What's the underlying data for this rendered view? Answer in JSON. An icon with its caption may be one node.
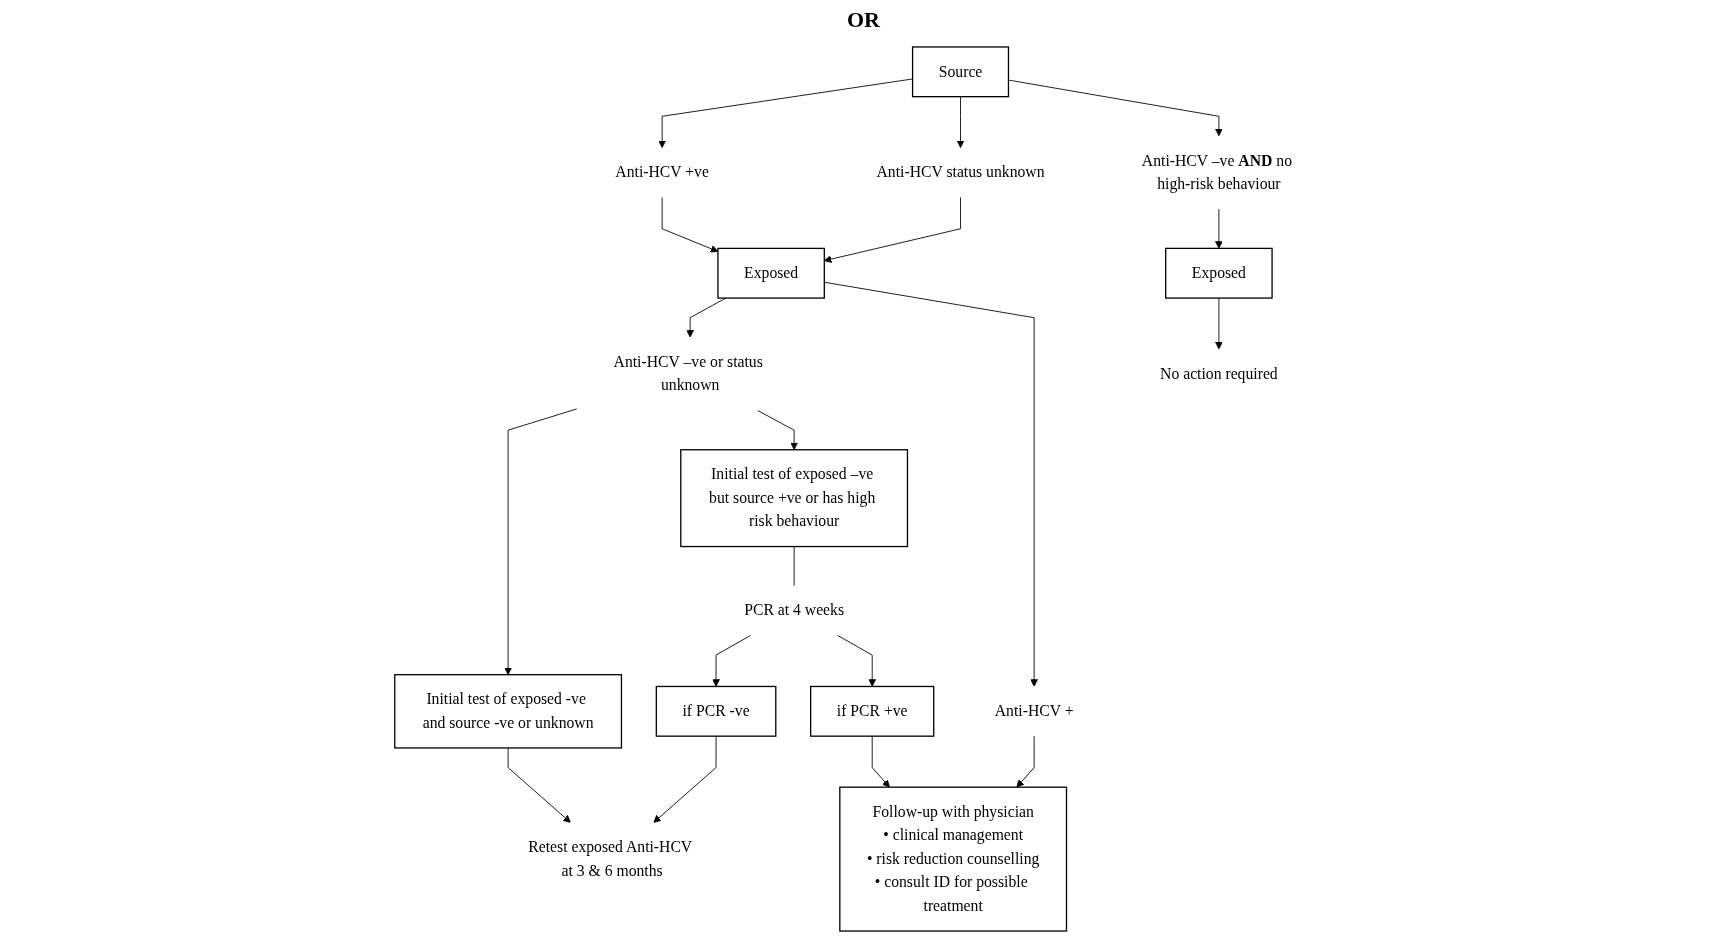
{
  "diagram": {
    "nodes": [
      {
        "text": [
          "Source"
        ]
      },
      {
        "text": [
          "Anti-HCV +ve"
        ]
      },
      {
        "text": [
          "Anti-HCV status unknown"
        ]
      },
      {
        "text": [
          "Anti-HCV –ve **AND** no high-risk behaviour"
        ]
      },
      {
        "text": [
          "Exposed"
        ]
      },
      {
        "text": [
          "Exposed"
        ]
      },
      {
        "text": [
          "No action required"
        ]
      },
      {
        "text": [
          "Anti-HCV –ve or status unknown"
        ]
      },
      {
        "text": [
          "Anti-HCV +"
        ]
      },
      {
        "text": [
          "Initial test of exposed -ve and source -ve or unknown"
        ]
      },
      {
        "text": [
          "Initial test of exposed –ve but source +ve or has high risk behaviour"
        ]
      },
      {
        "text": [
          "PCR at 4 weeks"
        ]
      },
      {
        "text": [
          "Follow-up with physician",
          "• clinical management",
          "• risk reduction counselling",
          "• consult ID for possible treatment"
        ]
      },
      {
        "text": [
          "if PCR -ve"
        ]
      },
      {
        "text": [
          "if PCR +ve"
        ]
      },
      {
        "text": [
          "Retest exposed Anti-HCV at 3 & 6 months"
        ]
      }
    ],
    "edges": [
      {
        "from": 0,
        "to": 1,
        "arrow": "to"
      },
      {
        "from": 0,
        "to": 2,
        "arrow": "to"
      },
      {
        "from": 0,
        "to": 3,
        "arrow": "to"
      },
      {
        "from": 1,
        "to": 4,
        "arrow": "to"
      },
      {
        "from": 2,
        "to": 4,
        "arrow": "to"
      },
      {
        "from": 3,
        "to": 5,
        "arrow": "to"
      },
      {
        "from": 5,
        "to": 6,
        "arrow": "to"
      },
      {
        "from": 4,
        "to": 7,
        "arrow": "to"
      },
      {
        "from": 4,
        "to": 8,
        "arrow": "to"
      },
      {
        "from": 7,
        "to": 9,
        "arrow": "to"
      },
      {
        "from": 7,
        "to": 10,
        "arrow": "to"
      },
      {
        "from": 8,
        "to": 12,
        "arrow": "to"
      },
      {
        "from": 9,
        "to": 15,
        "arrow": "to"
      },
      {
        "from": 10,
        "to": 11,
        "arrow": "none"
      },
      {
        "from": 11,
        "to": 13,
        "arrow": "to"
      },
      {
        "from": 11,
        "to": 14,
        "arrow": "to"
      },
      {
        "from": 13,
        "to": 15,
        "arrow": "to"
      },
      {
        "from": 14,
        "to": 12,
        "arrow": "to"
      }
    ],
    "labels": [
      "OR"
    ]
  }
}
